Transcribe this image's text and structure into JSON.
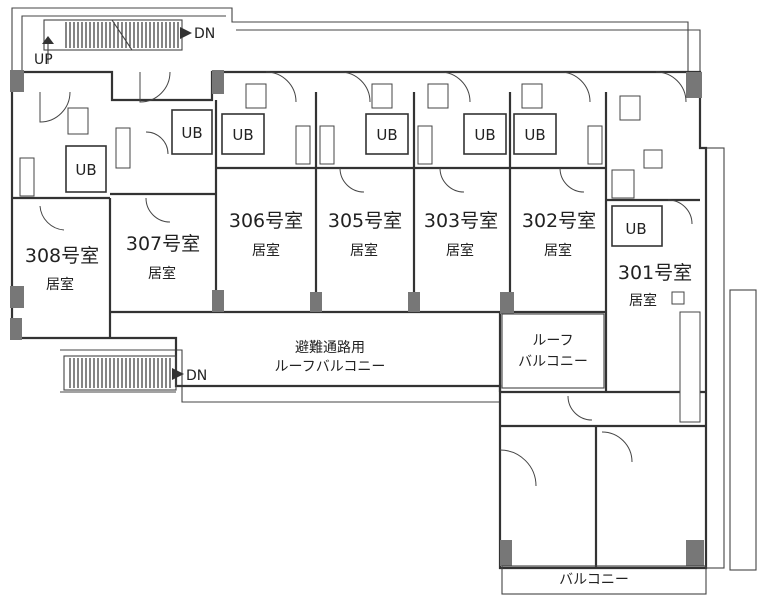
{
  "rooms": {
    "r308": {
      "number": "308号室",
      "sub": "居室"
    },
    "r307": {
      "number": "307号室",
      "sub": "居室"
    },
    "r306": {
      "number": "306号室",
      "sub": "居室"
    },
    "r305": {
      "number": "305号室",
      "sub": "居室"
    },
    "r303": {
      "number": "303号室",
      "sub": "居室"
    },
    "r302": {
      "number": "302号室",
      "sub": "居室"
    },
    "r301": {
      "number": "301号室",
      "sub": "居室"
    }
  },
  "bath_label": "UB",
  "stairs": {
    "down": "DN",
    "up": "UP"
  },
  "areas": {
    "evac_line1": "避難通路用",
    "evac_line2": "ルーフバルコニー",
    "roof_line1": "ルーフ",
    "roof_line2": "バルコニー",
    "balcony": "バルコニー"
  }
}
